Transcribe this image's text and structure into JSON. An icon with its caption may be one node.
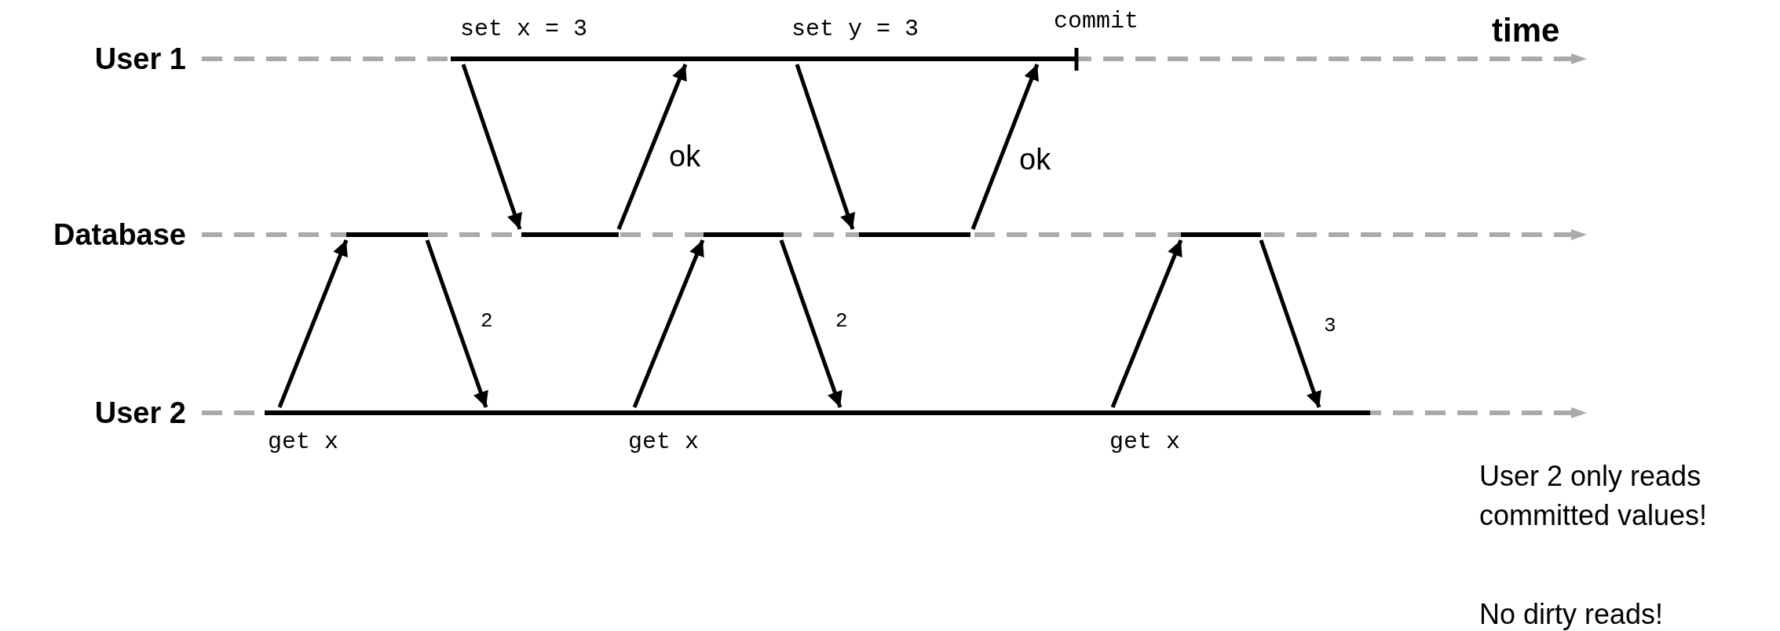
{
  "diagram": {
    "nodes": [
      {
        "text": [],
        "shape": "bar",
        "beside": [
          "User 1"
        ]
      },
      {
        "text": [],
        "shape": "bar",
        "beside": [
          "Database"
        ]
      },
      {
        "text": [],
        "shape": "bar",
        "beside": [
          "User 2"
        ]
      }
    ],
    "edges": [
      {
        "from": 0,
        "to": 1,
        "arrow": "to",
        "label": "set x = 3"
      },
      {
        "from": 1,
        "to": 0,
        "arrow": "to",
        "label": "ok"
      },
      {
        "from": 0,
        "to": 1,
        "arrow": "to",
        "label": "set y = 3"
      },
      {
        "from": 1,
        "to": 0,
        "arrow": "to",
        "label": "ok"
      },
      {
        "from": 2,
        "to": 1,
        "arrow": "to",
        "label": "get x"
      },
      {
        "from": 1,
        "to": 2,
        "arrow": "to",
        "label": "2"
      },
      {
        "from": 2,
        "to": 1,
        "arrow": "to",
        "label": "get x"
      },
      {
        "from": 1,
        "to": 2,
        "arrow": "to",
        "label": "2"
      },
      {
        "from": 2,
        "to": 1,
        "arrow": "to",
        "label": "get x"
      },
      {
        "from": 1,
        "to": 2,
        "arrow": "to",
        "label": "3"
      }
    ],
    "labels": [
      "commit",
      "time",
      "User 2 only reads committed values!",
      "No dirty reads!"
    ]
  }
}
